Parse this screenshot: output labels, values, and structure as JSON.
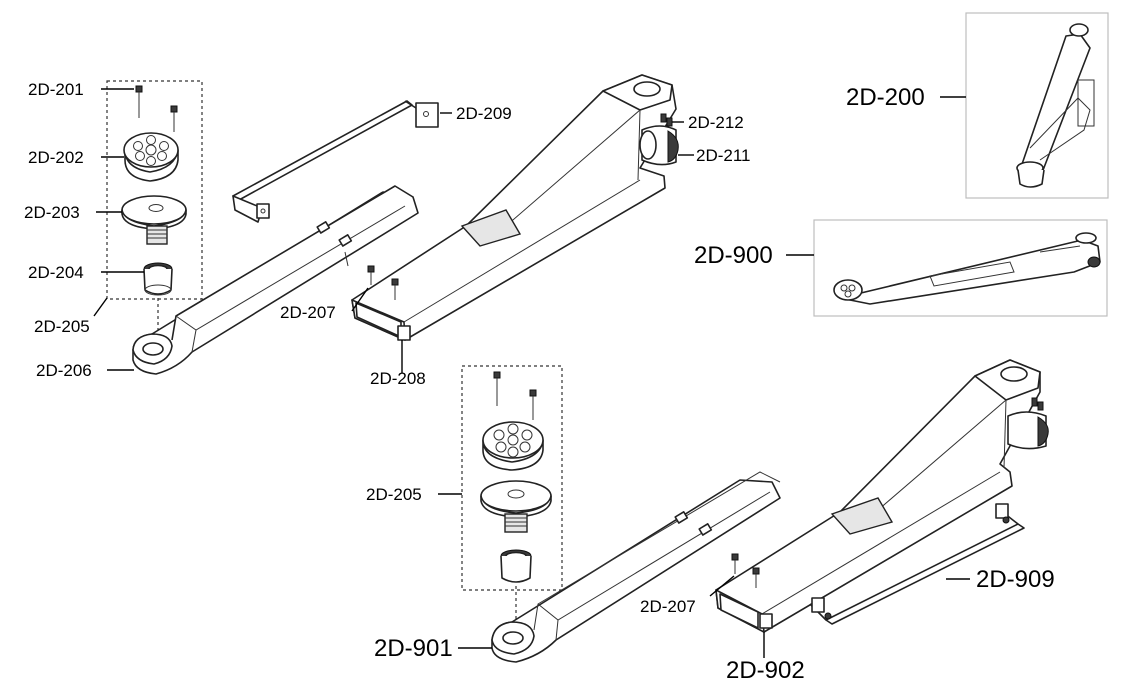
{
  "labels": {
    "l201": "2D-201",
    "l202": "2D-202",
    "l203": "2D-203",
    "l204": "2D-204",
    "l205a": "2D-205",
    "l206": "2D-206",
    "l207a": "2D-207",
    "l208": "2D-208",
    "l209": "2D-209",
    "l211": "2D-211",
    "l212": "2D-212",
    "l200": "2D-200",
    "l900": "2D-900",
    "l205b": "2D-205",
    "l207b": "2D-207",
    "l901": "2D-901",
    "l902": "2D-902",
    "l909": "2D-909"
  }
}
